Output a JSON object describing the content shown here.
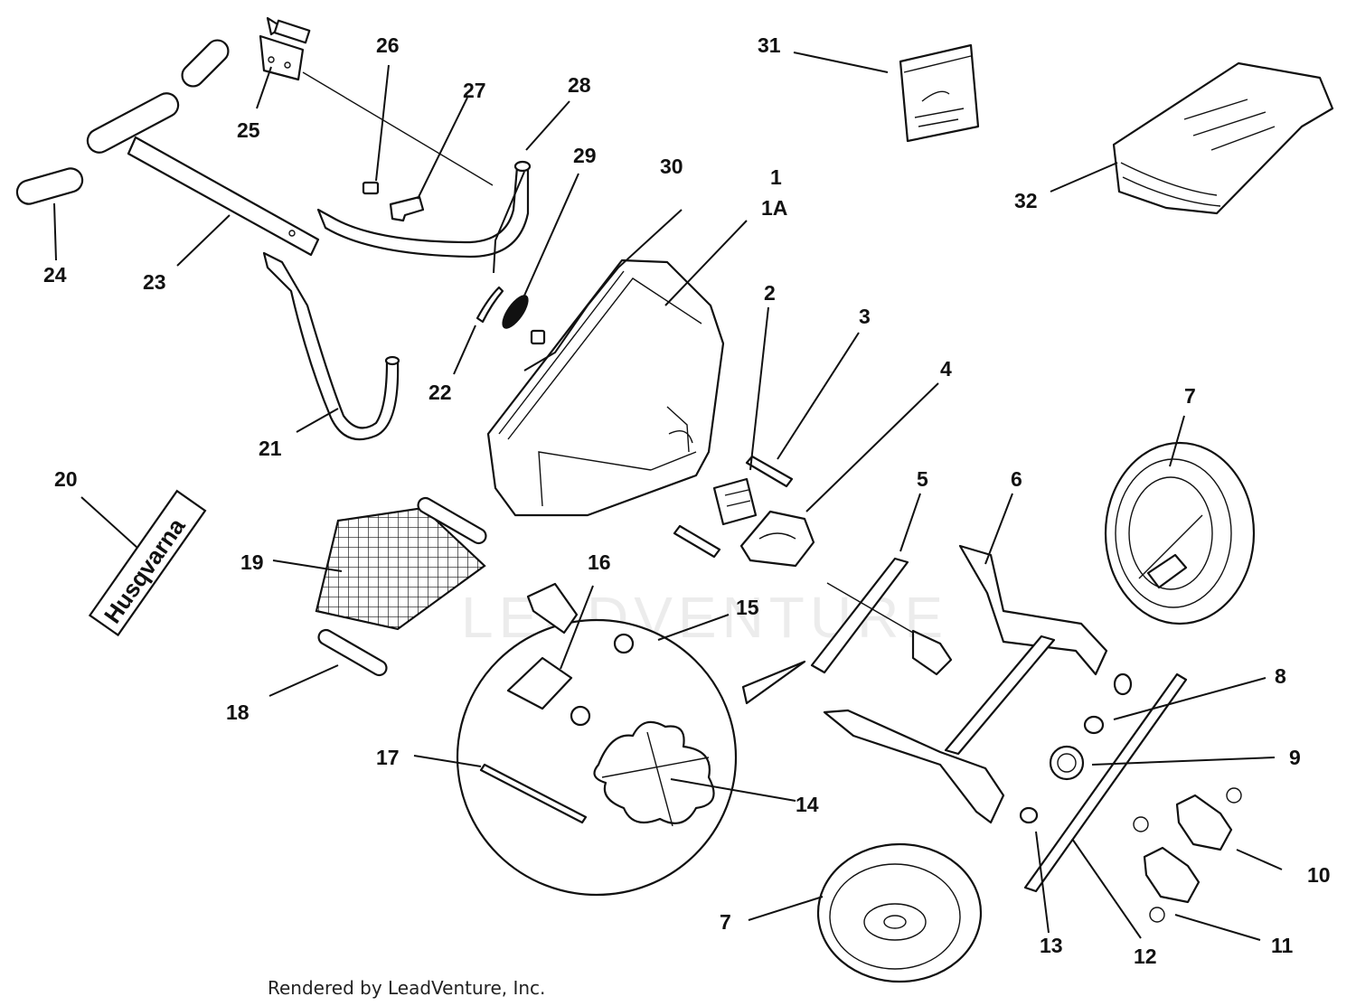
{
  "diagram": {
    "callouts": [
      "1",
      "1A",
      "2",
      "3",
      "4",
      "5",
      "6",
      "7",
      "7",
      "8",
      "9",
      "10",
      "11",
      "12",
      "13",
      "14",
      "15",
      "16",
      "17",
      "18",
      "19",
      "20",
      "21",
      "22",
      "23",
      "24",
      "25",
      "26",
      "27",
      "28",
      "29",
      "30",
      "31",
      "32"
    ],
    "decal_text": "Husqvarna",
    "watermark": "LEADVENTURE",
    "footer": "Rendered by LeadVenture, Inc."
  }
}
